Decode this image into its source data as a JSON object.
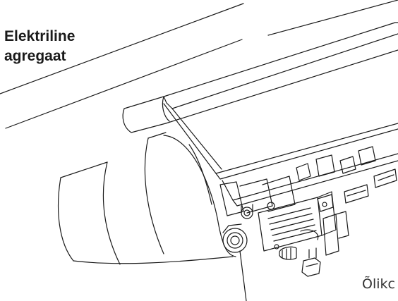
{
  "diagram": {
    "title_lines": [
      "Elektriline",
      "agregaat"
    ],
    "callout_label": "Õlikc",
    "drawing_description": "Line drawing of an electric unit mounted under a sloped housing with a cylindrical motor, fittings and a drain plug",
    "colors": {
      "line": "#1a1a1a",
      "background": "#ffffff"
    }
  }
}
